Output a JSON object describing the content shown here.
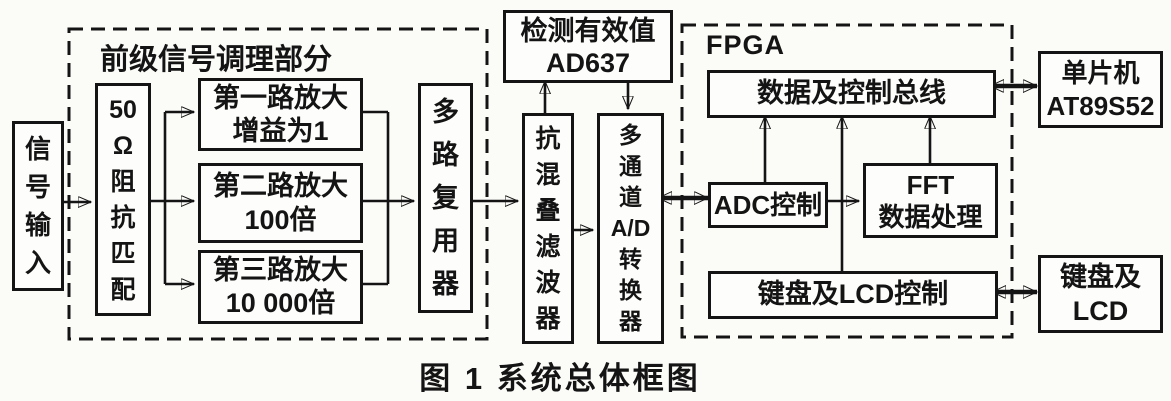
{
  "figure": {
    "caption": "图 1 系统总体框图",
    "colors": {
      "ink": "#141414",
      "paper": "#fbfbf8"
    },
    "groups": {
      "front_stage_label": "前级信号调理部分",
      "fpga_label": "FPGA"
    },
    "blocks": {
      "signal_input": "信\n号\n输\n入",
      "impedance_match": "50\nΩ\n阻\n抗\n匹\n配",
      "amp_channel_1": "第一路放大\n增益为1",
      "amp_channel_2": "第二路放大\n100倍",
      "amp_channel_3": "第三路放大\n10 000倍",
      "multiplexer": "多\n路\n复\n用\n器",
      "rms_detector": "检测有效值\nAD637",
      "antialias_filter": "抗\n混\n叠\n滤\n波\n器",
      "ad_converter": "多\n通\n道\nA/D\n转\n换\n器",
      "data_control_bus": "数据及控制总线",
      "adc_control": "ADC控制",
      "fft_processing": "FFT\n数据处理",
      "keyboard_lcd_control": "键盘及LCD控制",
      "mcu": "单片机\nAT89S52",
      "keyboard_lcd": "键盘及\nLCD"
    }
  }
}
